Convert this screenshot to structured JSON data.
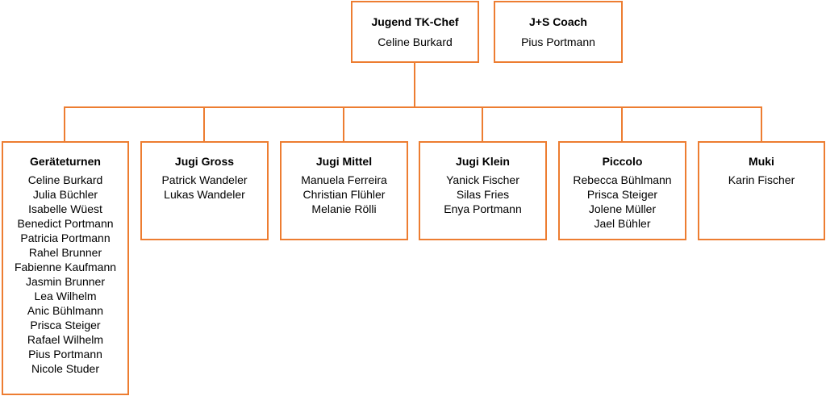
{
  "colors": {
    "border": "#ED7D31",
    "connector": "#ED7D31",
    "text": "#000000",
    "background": "#FFFFFF"
  },
  "top": [
    {
      "title": "Jugend TK-Chef",
      "members": [
        "Celine Burkard"
      ]
    },
    {
      "title": "J+S Coach",
      "members": [
        "Pius Portmann"
      ]
    }
  ],
  "groups": [
    {
      "title": "Geräteturnen",
      "members": [
        "Celine Burkard",
        "Julia Büchler",
        "Isabelle Wüest",
        "Benedict Portmann",
        "Patricia Portmann",
        "Rahel Brunner",
        "Fabienne Kaufmann",
        "Jasmin Brunner",
        "Lea Wilhelm",
        "Anic Bühlmann",
        "Prisca Steiger",
        "Rafael Wilhelm",
        "Pius Portmann",
        "Nicole Studer"
      ]
    },
    {
      "title": "Jugi Gross",
      "members": [
        "Patrick Wandeler",
        "Lukas Wandeler"
      ]
    },
    {
      "title": "Jugi Mittel",
      "members": [
        "Manuela Ferreira",
        "Christian Flühler",
        "Melanie Rölli"
      ]
    },
    {
      "title": "Jugi Klein",
      "members": [
        "Yanick Fischer",
        "Silas Fries",
        "Enya Portmann"
      ]
    },
    {
      "title": "Piccolo",
      "members": [
        "Rebecca Bühlmann",
        "Prisca Steiger",
        "Jolene Müller",
        "Jael Bühler"
      ]
    },
    {
      "title": "Muki",
      "members": [
        "Karin Fischer"
      ]
    }
  ]
}
